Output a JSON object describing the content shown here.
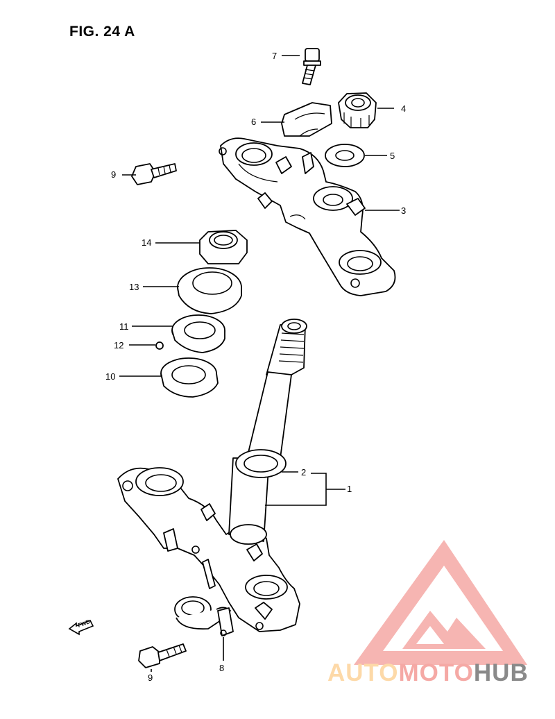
{
  "figure": {
    "title": "FIG. 24 A"
  },
  "callouts": [
    {
      "id": "c1",
      "text": "1"
    },
    {
      "id": "c2",
      "text": "2"
    },
    {
      "id": "c3",
      "text": "3"
    },
    {
      "id": "c4",
      "text": "4"
    },
    {
      "id": "c5",
      "text": "5"
    },
    {
      "id": "c6",
      "text": "6"
    },
    {
      "id": "c7",
      "text": "7"
    },
    {
      "id": "c8",
      "text": "8"
    },
    {
      "id": "c9a",
      "text": "9"
    },
    {
      "id": "c9b",
      "text": "9"
    },
    {
      "id": "c10",
      "text": "10"
    },
    {
      "id": "c11",
      "text": "11"
    },
    {
      "id": "c12",
      "text": "12"
    },
    {
      "id": "c13",
      "text": "13"
    },
    {
      "id": "c14",
      "text": "14"
    }
  ],
  "fwd_arrow": {
    "text": "FWD"
  },
  "watermark": {
    "part1": "AUTO",
    "part2": "MOTO",
    "part3": "HUB",
    "colors": {
      "part1": "#fdd9a8",
      "part2": "#f5a9a5",
      "part3": "#8a8a8a",
      "logo": "#f5a9a5"
    }
  }
}
